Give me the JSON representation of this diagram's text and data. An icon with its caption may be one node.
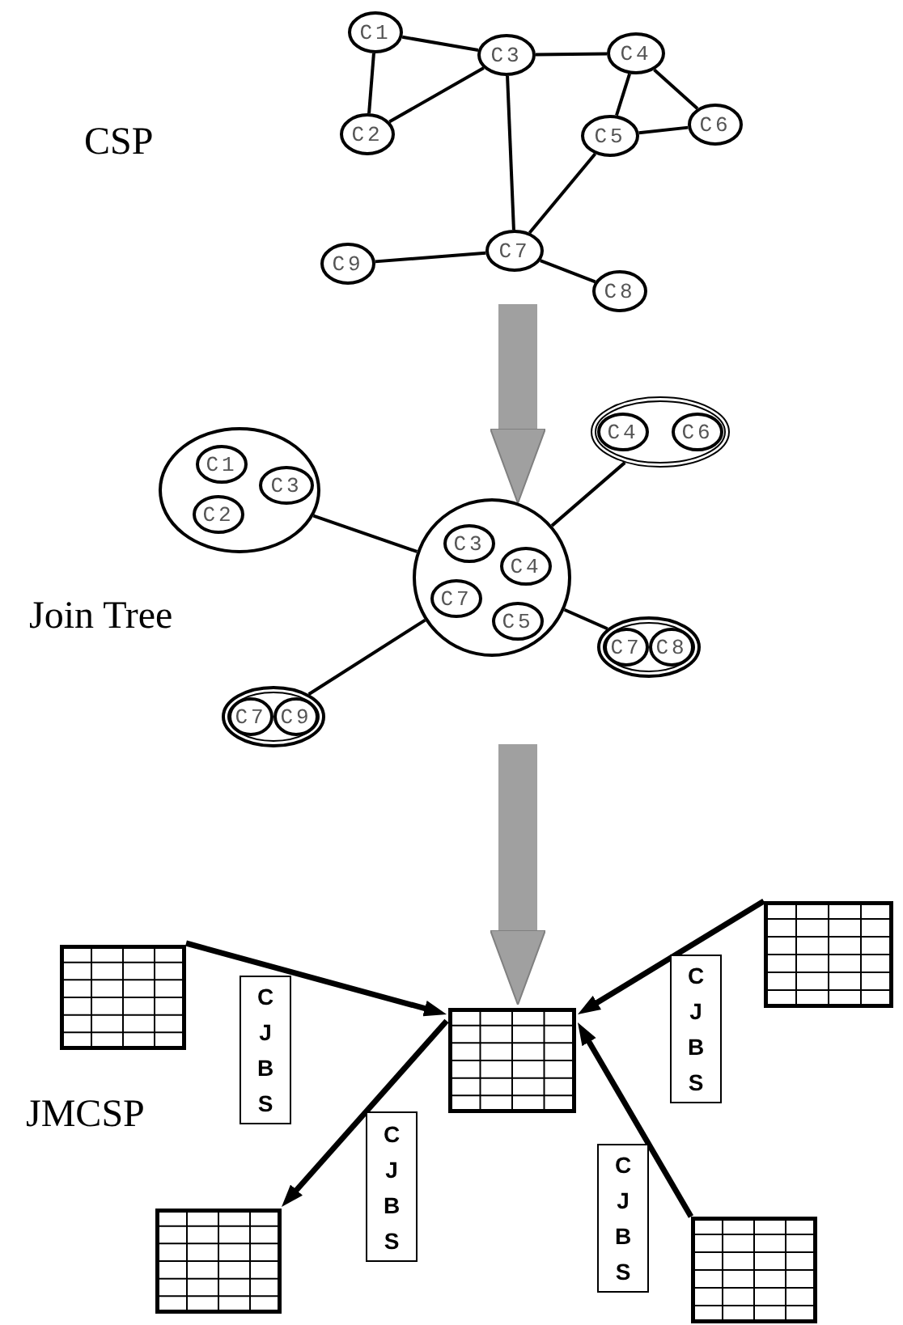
{
  "diagram": {
    "nodes": [
      {
        "text": [
          "C1"
        ]
      },
      {
        "text": [
          "C2"
        ]
      },
      {
        "text": [
          "C3"
        ]
      },
      {
        "text": [
          "C4"
        ]
      },
      {
        "text": [
          "C5"
        ]
      },
      {
        "text": [
          "C6"
        ]
      },
      {
        "text": [
          "C7"
        ]
      },
      {
        "text": [
          "C8"
        ]
      },
      {
        "text": [
          "C9"
        ]
      },
      {
        "text": [],
        "shape": "circle"
      },
      {
        "text": [
          "C1"
        ],
        "in": 9
      },
      {
        "text": [
          "C2"
        ],
        "in": 9
      },
      {
        "text": [
          "C3"
        ],
        "in": 9
      },
      {
        "text": [],
        "shape": "circle"
      },
      {
        "text": [
          "C4"
        ],
        "in": 13
      },
      {
        "text": [
          "C6"
        ],
        "in": 13
      },
      {
        "text": [],
        "shape": "circle"
      },
      {
        "text": [
          "C3"
        ],
        "in": 16
      },
      {
        "text": [
          "C4"
        ],
        "in": 16
      },
      {
        "text": [
          "C7"
        ],
        "in": 16
      },
      {
        "text": [
          "C5"
        ],
        "in": 16
      },
      {
        "text": [],
        "shape": "circle"
      },
      {
        "text": [
          "C7"
        ],
        "in": 21
      },
      {
        "text": [
          "C8"
        ],
        "in": 21
      },
      {
        "text": [],
        "shape": "circle"
      },
      {
        "text": [
          "C7"
        ],
        "in": 24
      },
      {
        "text": [
          "C9"
        ],
        "in": 24
      },
      {
        "text": [],
        "shape": "table"
      },
      {
        "text": [],
        "shape": "table"
      },
      {
        "text": [],
        "shape": "table"
      },
      {
        "text": [],
        "shape": "table"
      },
      {
        "text": [],
        "shape": "table"
      }
    ],
    "edges": [
      {
        "from": 0,
        "to": 2,
        "arrow": "none"
      },
      {
        "from": 0,
        "to": 1,
        "arrow": "none"
      },
      {
        "from": 1,
        "to": 2,
        "arrow": "none"
      },
      {
        "from": 2,
        "to": 3,
        "arrow": "none"
      },
      {
        "from": 2,
        "to": 6,
        "arrow": "none"
      },
      {
        "from": 3,
        "to": 4,
        "arrow": "none"
      },
      {
        "from": 3,
        "to": 5,
        "arrow": "none"
      },
      {
        "from": 4,
        "to": 5,
        "arrow": "none"
      },
      {
        "from": 4,
        "to": 6,
        "arrow": "none"
      },
      {
        "from": 8,
        "to": 6,
        "arrow": "none"
      },
      {
        "from": 6,
        "to": 7,
        "arrow": "none"
      },
      {
        "from": null,
        "to": 16,
        "arrow": "to",
        "style": "thick",
        "color": "#a0a0a0"
      },
      {
        "from": 9,
        "to": 16,
        "arrow": "none"
      },
      {
        "from": 13,
        "to": 16,
        "arrow": "none"
      },
      {
        "from": 16,
        "to": 24,
        "arrow": "none"
      },
      {
        "from": 16,
        "to": 21,
        "arrow": "none"
      },
      {
        "from": null,
        "to": 29,
        "arrow": "to",
        "style": "thick",
        "color": "#a0a0a0"
      },
      {
        "from": 27,
        "to": 29,
        "arrow": "to",
        "label": "C J B S"
      },
      {
        "from": 28,
        "to": 29,
        "arrow": "to",
        "label": "C J B S"
      },
      {
        "from": 29,
        "to": 30,
        "arrow": "to",
        "label": "C J B S"
      },
      {
        "from": 31,
        "to": 29,
        "arrow": "to",
        "label": "C J B S"
      }
    ],
    "labels": [
      "CSP",
      "Join Tree",
      "JMCSP"
    ]
  }
}
